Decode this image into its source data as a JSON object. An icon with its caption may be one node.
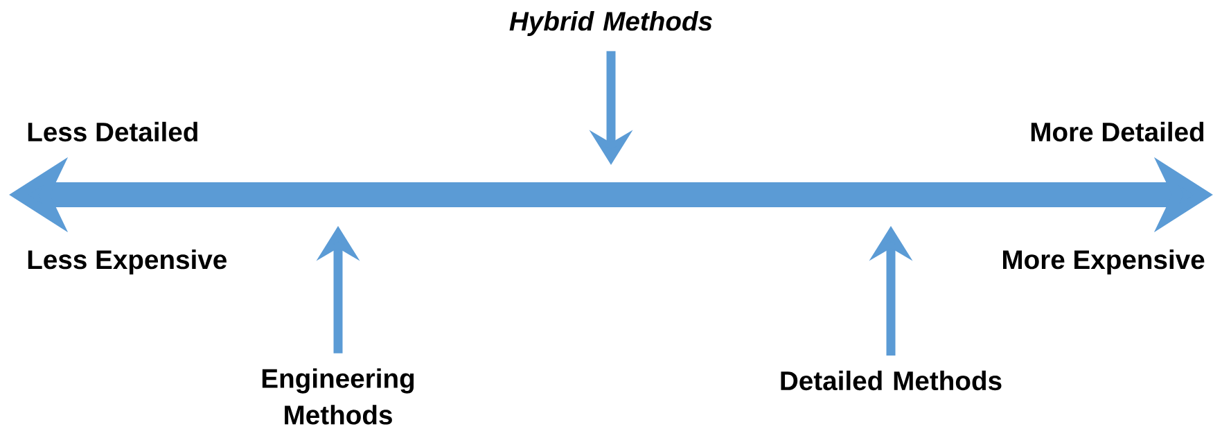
{
  "diagram": {
    "nodes": [
      {
        "text": [
          "Hybrid Methods"
        ]
      },
      {
        "text": [
          "Engineering Methods"
        ]
      },
      {
        "text": [
          "Detailed Methods"
        ]
      }
    ],
    "edges": [
      {
        "from": 0,
        "to": null,
        "arrow": "to"
      },
      {
        "from": 1,
        "to": null,
        "arrow": "to"
      },
      {
        "from": 2,
        "to": null,
        "arrow": "to"
      }
    ],
    "labels": [
      "Less Detailed",
      "More Detailed",
      "Less Expensive",
      "More Expensive"
    ]
  }
}
